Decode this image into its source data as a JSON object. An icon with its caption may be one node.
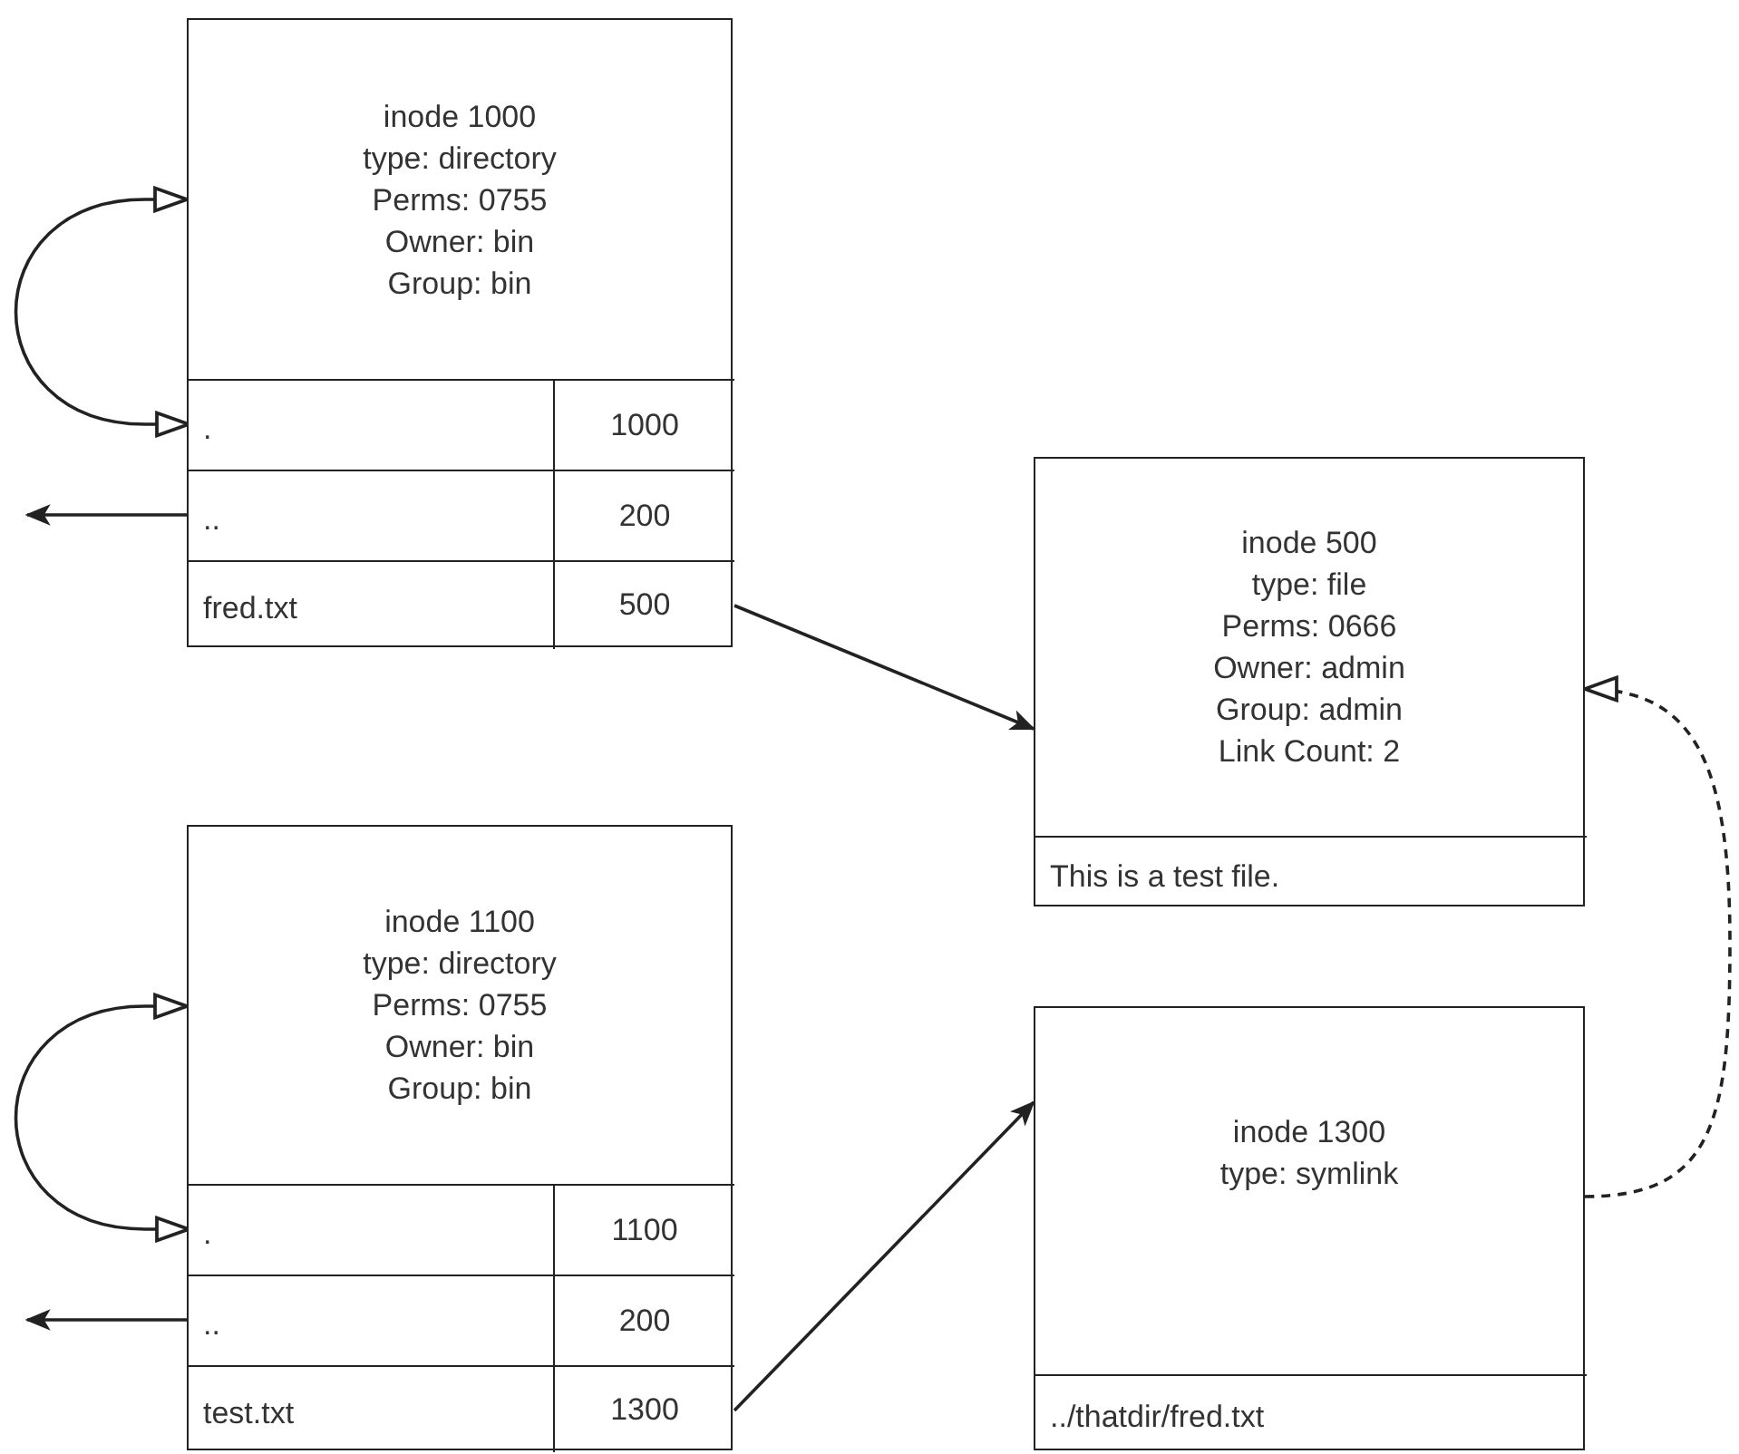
{
  "diagram": {
    "nodes": [
      {
        "text": [
          "inode 1000",
          "type: directory",
          "Perms: 0755",
          "Owner: bin",
          "Group: bin"
        ]
      },
      {
        "text": [
          ".",
          "1000"
        ],
        "in": 0
      },
      {
        "text": [
          "..",
          "200"
        ],
        "in": 0
      },
      {
        "text": [
          "fred.txt",
          "500"
        ],
        "in": 0
      },
      {
        "text": [
          "inode 500",
          "type: file",
          "Perms: 0666",
          "Owner: admin",
          "Group: admin",
          "Link Count: 2"
        ]
      },
      {
        "text": [
          "This is a test file."
        ],
        "in": 4
      },
      {
        "text": [
          "inode 1100",
          "type: directory",
          "Perms: 0755",
          "Owner: bin",
          "Group: bin"
        ]
      },
      {
        "text": [
          ".",
          "1100"
        ],
        "in": 6
      },
      {
        "text": [
          "..",
          "200"
        ],
        "in": 6
      },
      {
        "text": [
          "test.txt",
          "1300"
        ],
        "in": 6
      },
      {
        "text": [
          "inode 1300",
          "type: symlink"
        ]
      },
      {
        "text": [
          "../thatdir/fred.txt"
        ],
        "in": 10
      }
    ],
    "edges": [
      {
        "from": 1,
        "to": 0,
        "arrow": "both"
      },
      {
        "from": 2,
        "to": null,
        "arrow": "to"
      },
      {
        "from": 3,
        "to": 4,
        "arrow": "to"
      },
      {
        "from": 7,
        "to": 6,
        "arrow": "both"
      },
      {
        "from": 8,
        "to": null,
        "arrow": "to"
      },
      {
        "from": 9,
        "to": 10,
        "arrow": "to"
      },
      {
        "from": 10,
        "to": 4,
        "arrow": "to",
        "style": "dashed"
      }
    ]
  }
}
